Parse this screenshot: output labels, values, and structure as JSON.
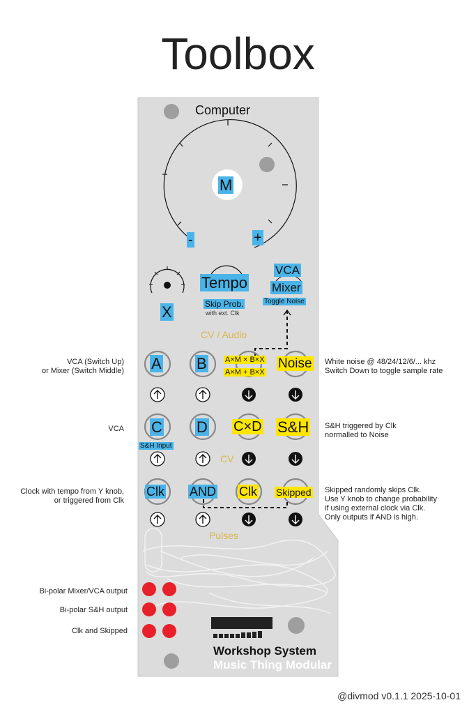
{
  "title": "Toolbox",
  "computer_label": "Computer",
  "main_knob": {
    "label": "M",
    "minus": "-",
    "plus": "+"
  },
  "knobs": {
    "x_label": "X",
    "tempo_label": "Tempo",
    "skip_prob": "Skip Prob.",
    "with_ext_clk": "with ext. Clk",
    "vca": "VCA",
    "mixer": "Mixer",
    "toggle_noise": "Toggle Noise"
  },
  "section_labels": {
    "cv_audio": "CV / Audio",
    "cv": "CV",
    "pulses": "Pulses"
  },
  "row1": {
    "a": "A",
    "b": "B",
    "axm_bx": "A×M × B×X",
    "axm_plus_bx": "A×M + B×X",
    "noise": "Noise"
  },
  "row2": {
    "c": "C",
    "sh_input": "S&H Input",
    "d": "D",
    "cxd": "C×D",
    "sh": "S&H"
  },
  "row3": {
    "clk_in": "Clk",
    "and": "AND",
    "clk_out": "Clk",
    "skipped": "Skipped"
  },
  "left_notes": {
    "row1": [
      "VCA (Switch Up)",
      "or Mixer (Switch Middle)"
    ],
    "row2": [
      "VCA"
    ],
    "row3": [
      "Clock with tempo from Y knob,",
      "or triggered from Clk"
    ],
    "out1": "Bi-polar Mixer/VCA output",
    "out2": "Bi-polar S&H output",
    "out3": "Clk and Skipped"
  },
  "right_notes": {
    "row1": [
      "White noise @ 48/24/12/6/... khz",
      "Switch Down to toggle sample rate"
    ],
    "row2": [
      "S&H triggered by Clk",
      "normalled to Noise"
    ],
    "row3": [
      "Skipped randomly skips Clk.",
      "Use Y knob to change probability",
      "if using external clock via Clk.",
      "Only outputs if AND is high."
    ]
  },
  "brand": {
    "line1": "Workshop System",
    "line2": "Music Thing Modular"
  },
  "footer": "@divmod v0.1.1 2025-10-01",
  "colors": {
    "highlight_blue": "#4ab4e8",
    "highlight_yellow": "#ffe600",
    "led_red": "#e8202a",
    "panel": "#dcdcdc",
    "gold": "#d9b64a"
  }
}
